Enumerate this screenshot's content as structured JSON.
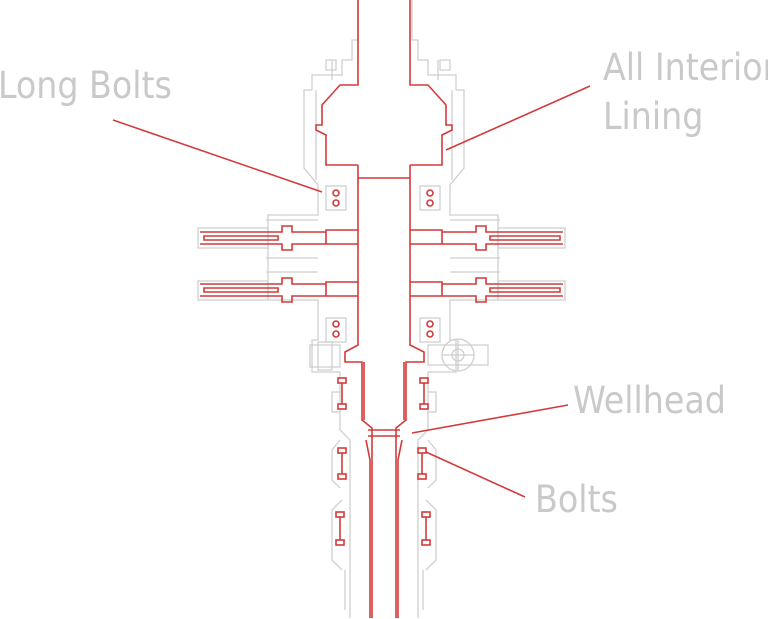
{
  "labels": {
    "long_bolts": "Long Bolts",
    "all_interior_line1": "All Interior",
    "all_interior_line2": "Lining",
    "wellhead": "Wellhead",
    "bolts": "Bolts"
  },
  "colors": {
    "lining": "#d43a3a",
    "outline": "#cfcfcf",
    "label": "#c9c9c9",
    "background": "#ffffff"
  }
}
